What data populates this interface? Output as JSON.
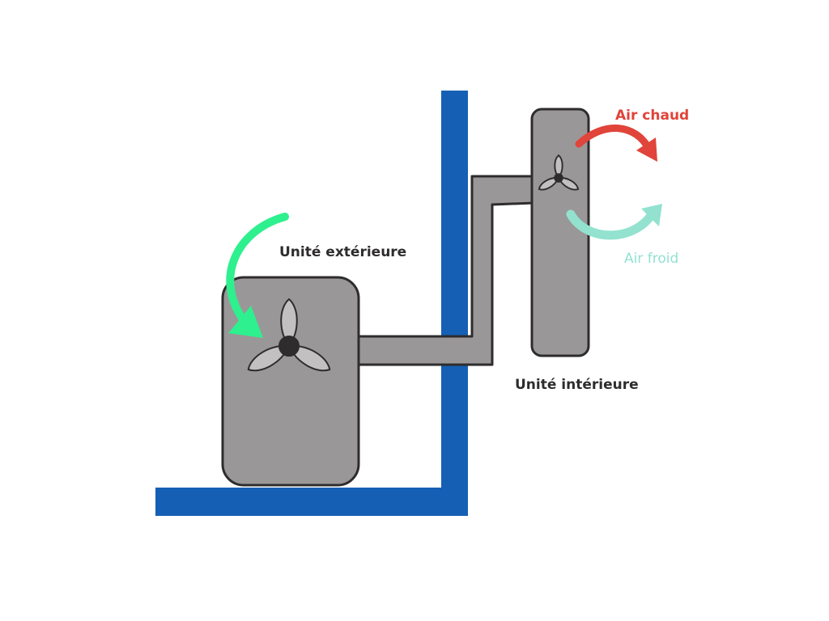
{
  "labels": {
    "outdoor_unit": "Unité extérieure",
    "indoor_unit": "Unité intérieure",
    "hot_air": "Air chaud",
    "cold_air": "Air froid"
  },
  "colors": {
    "wall": "#1560b4",
    "unit": "#9a9798",
    "blade": "#c3c0c1",
    "outline": "#2e2c2d",
    "hot_air": "#e0443a",
    "cold_air": "#92e2cf",
    "intake_air": "#2ef08e"
  }
}
